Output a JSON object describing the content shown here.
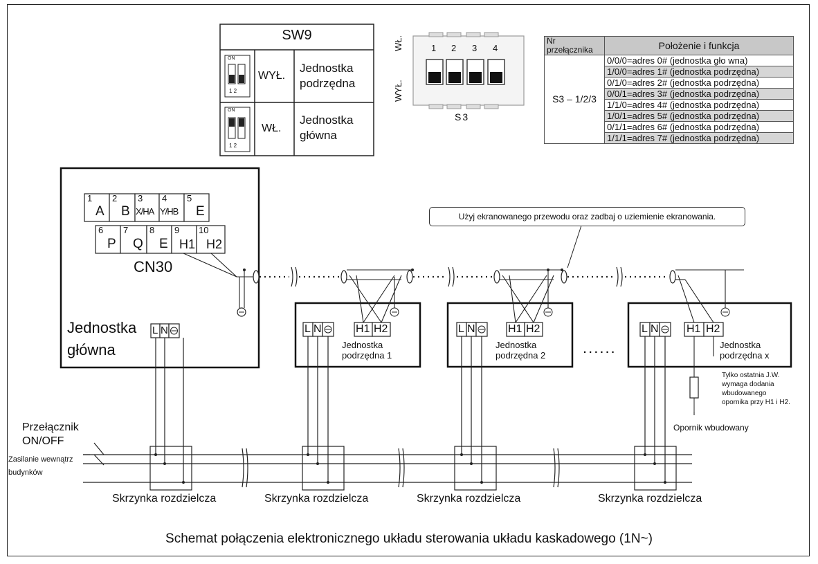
{
  "sw9": {
    "title": "SW9",
    "on_tag": "ON",
    "dip_numbers": "1  2",
    "rows": [
      {
        "state": "WYŁ.",
        "line1": "Jednostka",
        "line2": "podrzędna"
      },
      {
        "state": "WŁ.",
        "line1": "Jednostka",
        "line2": "główna"
      }
    ]
  },
  "s3": {
    "label": "S3",
    "on_label": "WŁ.",
    "off_label": "WYŁ.",
    "switch_numbers": [
      "1",
      "2",
      "3",
      "4"
    ]
  },
  "s3_table": {
    "header_col1_line1": "Nr",
    "header_col1_line2": "przełącznika",
    "header_col2": "Położenie i funkcja",
    "switch_name": "S3 – 1/2/3",
    "rows": [
      "0/0/0=adres 0# (jednostka gło wna)",
      "1/0/0=adres 1# (jednostka podrzędna)",
      "0/1/0=adres 2# (jednostka podrzędna)",
      "0/0/1=adres 3# (jednostka podrzędna)",
      "1/1/0=adres 4# (jednostka podrzędna)",
      "1/0/1=adres 5# (jednostka podrzędna)",
      "0/1/1=adres 6# (jednostka podrzędna)",
      "1/1/1=adres 7# (jednostka podrzędna)"
    ]
  },
  "cn30": {
    "label": "CN30",
    "top_row": [
      {
        "num": "1",
        "sig": "A"
      },
      {
        "num": "2",
        "sig": "B"
      },
      {
        "num": "3",
        "sig": "X/HA"
      },
      {
        "num": "4",
        "sig": "Y/HB"
      },
      {
        "num": "5",
        "sig": "E"
      }
    ],
    "bottom_row": [
      {
        "num": "6",
        "sig": "P"
      },
      {
        "num": "7",
        "sig": "Q"
      },
      {
        "num": "8",
        "sig": "E"
      },
      {
        "num": "9",
        "sig": "H1"
      },
      {
        "num": "10",
        "sig": "H2"
      }
    ]
  },
  "main_unit": {
    "line1": "Jednostka",
    "line2": "główna"
  },
  "terminals": {
    "l": "L",
    "n": "N",
    "h1": "H1",
    "h2": "H2"
  },
  "slaves": [
    {
      "line1": "Jednostka",
      "line2": "podrzędna 1"
    },
    {
      "line1": "Jednostka",
      "line2": "podrzędna 2"
    },
    {
      "line1": "Jednostka",
      "line2": "podrzędna x"
    }
  ],
  "ellipsis": "......",
  "shield_note": "Użyj ekranowanego przewodu oraz zadbaj o uziemienie ekranowania.",
  "resistor_note": [
    "Tylko ostatnia J.W.",
    "wymaga dodania",
    "wbudowanego",
    "opornika przy H1 i H2."
  ],
  "resistor_label": "Opornik wbudowany",
  "switch_label": [
    "Przełącznik",
    "ON/OFF"
  ],
  "supply_label": [
    "Zasilanie wewnątrz",
    "budynków"
  ],
  "junction_box": "Skrzynka rozdzielcza",
  "caption": "Schemat połączenia elektronicznego układu sterowania układu kaskadowego (1N~)"
}
